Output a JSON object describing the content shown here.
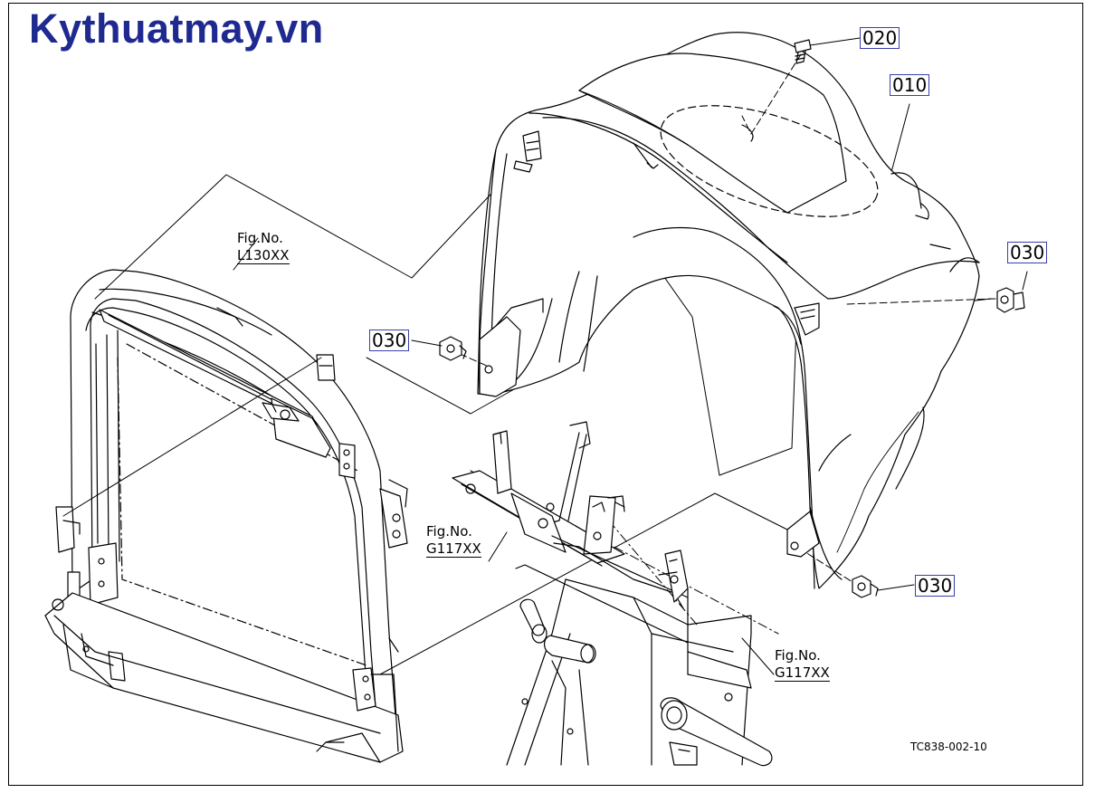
{
  "watermark": "Kythuatmay.vn",
  "callouts": {
    "c020": "020",
    "c010": "010",
    "c030_right": "030",
    "c030_left": "030",
    "c030_bottom": "030"
  },
  "figrefs": {
    "l130": {
      "label": "Fig.No.",
      "number": "L130XX"
    },
    "g117_a": {
      "label": "Fig.No.",
      "number": "G117XX"
    },
    "g117_b": {
      "label": "Fig.No.",
      "number": "G117XX"
    }
  },
  "drawing_code": "TC838-002-10"
}
